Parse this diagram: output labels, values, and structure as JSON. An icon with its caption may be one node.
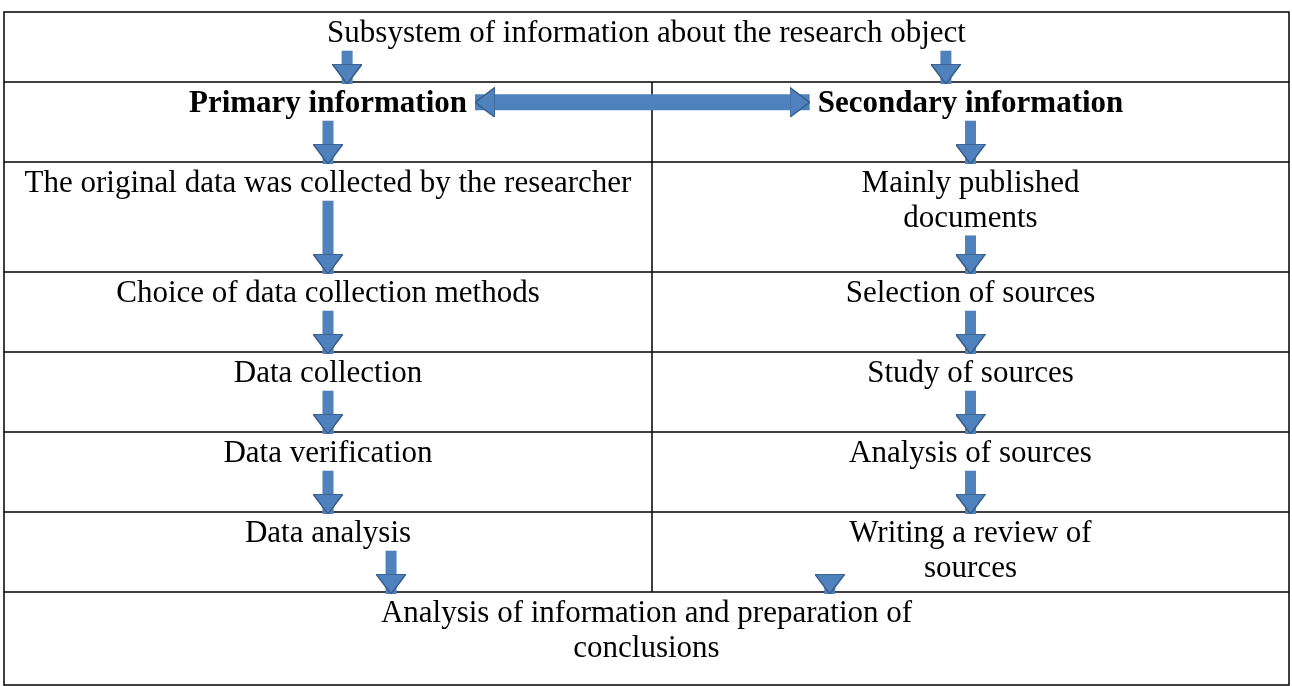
{
  "diagram": {
    "nodes": [
      {
        "text": [
          "Subsystem of information about the research object"
        ]
      },
      {
        "text": [
          "Primary information"
        ]
      },
      {
        "text": [
          "Secondary information"
        ]
      },
      {
        "text": [
          "The original data was collected by the researcher"
        ]
      },
      {
        "text": [
          "Choice of data collection methods"
        ]
      },
      {
        "text": [
          "Data collection"
        ]
      },
      {
        "text": [
          "Data verification"
        ]
      },
      {
        "text": [
          "Data analysis"
        ]
      },
      {
        "text": [
          "Mainly published documents"
        ]
      },
      {
        "text": [
          "Selection of sources"
        ]
      },
      {
        "text": [
          "Study of sources"
        ]
      },
      {
        "text": [
          "Analysis of sources"
        ]
      },
      {
        "text": [
          "Writing a review of sources"
        ]
      },
      {
        "text": [
          "Analysis of information and preparation of conclusions"
        ]
      }
    ],
    "edges": [
      {
        "from": 0,
        "to": 1,
        "arrow": "to"
      },
      {
        "from": 0,
        "to": 2,
        "arrow": "to"
      },
      {
        "from": 1,
        "to": 2,
        "arrow": "both"
      },
      {
        "from": 1,
        "to": 3,
        "arrow": "to"
      },
      {
        "from": 3,
        "to": 4,
        "arrow": "to"
      },
      {
        "from": 4,
        "to": 5,
        "arrow": "to"
      },
      {
        "from": 5,
        "to": 6,
        "arrow": "to"
      },
      {
        "from": 6,
        "to": 7,
        "arrow": "to"
      },
      {
        "from": 7,
        "to": 13,
        "arrow": "to"
      },
      {
        "from": 2,
        "to": 8,
        "arrow": "to"
      },
      {
        "from": 8,
        "to": 9,
        "arrow": "to"
      },
      {
        "from": 9,
        "to": 10,
        "arrow": "to"
      },
      {
        "from": 10,
        "to": 11,
        "arrow": "to"
      },
      {
        "from": 11,
        "to": 12,
        "arrow": "to"
      },
      {
        "from": 12,
        "to": 13,
        "arrow": "to"
      }
    ]
  }
}
